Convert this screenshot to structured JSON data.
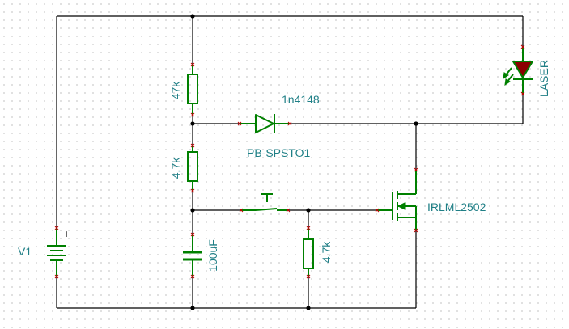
{
  "labels": {
    "battery": "V1",
    "r_top": "47k",
    "r_mid": "4,7k",
    "r_gate": "4,7k",
    "diode": "1n4148",
    "switch": "PB-SPSTO1",
    "capacitor": "100uF",
    "mosfet": "IRLML2502",
    "laser": "LASER",
    "plus": "+"
  },
  "colors": {
    "wire": "#000000",
    "component": "#008000",
    "label": "#1f7f86",
    "laser_fill": "#8b0000",
    "pin_marker": "#c00000",
    "grid_dot": "#c6c6c6"
  }
}
